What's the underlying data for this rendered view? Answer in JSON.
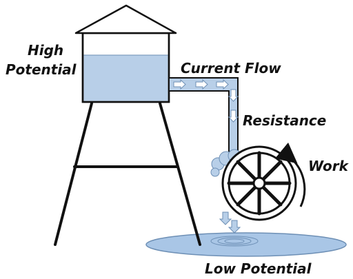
{
  "labels": {
    "high_line1": "High",
    "high_line2": "Potential",
    "current_flow": "Current Flow",
    "resistance": "Resistance",
    "work": "Work",
    "low_potential": "Low Potential"
  },
  "colors": {
    "water_fill": "#b8cfe8",
    "water_stroke": "#6d8fb5",
    "outline": "#111111",
    "arrow_fill": "#ffffff",
    "pool_fill": "#a9c6e6"
  }
}
